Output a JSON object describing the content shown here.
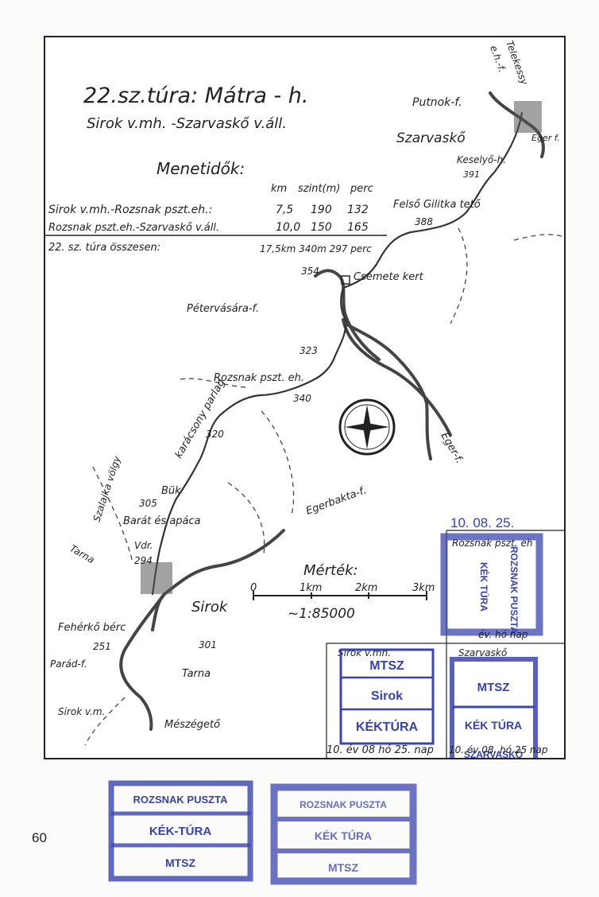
{
  "title": "22.sz.túra: Mátra - h.",
  "subtitle": "Sirok v.mh. -Szarvaskő v.áll.",
  "times": {
    "heading": "Menetidők:",
    "col_km": "km",
    "col_szint": "szint(m)",
    "col_perc": "perc",
    "rows": [
      {
        "label": "Sirok v.mh.-Rozsnak pszt.eh.:",
        "km": "7,5",
        "szint": "190",
        "perc": "132"
      },
      {
        "label": "Rozsnak pszt.eh.-Szarvaskő v.áll.",
        "km": "10,0",
        "szint": "150",
        "perc": "165"
      }
    ],
    "total_label": "22. sz. túra összesen:",
    "total_value": "17,5km 340m 297 perc"
  },
  "places": {
    "telekessy": "Telekessy",
    "eh_f": "e.h.-f.",
    "putnok": "Putnok-f.",
    "szarvasko": "Szarvaskő",
    "eger_f_small": "Eger f.",
    "keselyo": "Keselyő-h.",
    "keselyo_alt": "391",
    "felso_gilitka": "Felső Gilitka tető",
    "alt_388": "388",
    "alt_354": "354",
    "csemete": "Csemete kert",
    "petervasara": "Pétervására-f.",
    "alt_323": "323",
    "rozsnak": "Rozsnak pszt. eh.",
    "alt_340": "340",
    "karacsony": "karácsony parlag",
    "alt_320": "320",
    "eger_f": "Eger-f.",
    "szalajka": "Szalajka völgy",
    "buk": "Bük",
    "buk_alt": "305",
    "barat": "Barát és apáca",
    "egerbakta": "Egerbakta-f.",
    "vdr": "Vdr.",
    "vdr_alt": "294",
    "tarna_top": "Tarna",
    "sirok": "Sirok",
    "feherko": "Fehérkő bérc",
    "feherko_alt": "251",
    "alt_301": "301",
    "parad": "Parád-f.",
    "tarna_bottom": "Tarna",
    "sirok_vmh": "Sirok v.m.",
    "meszegeto": "Mészégető"
  },
  "scale": {
    "heading": "Mérték:",
    "ticks": [
      "0",
      "1km",
      "2km",
      "3km"
    ],
    "ratio": "~1:85000"
  },
  "stamps": {
    "top_date": "10. 08. 25.",
    "rozsnak_header": "Rozsnak pszt. eh",
    "rozsnak_vertical": "ROZSNAK PUSZTA",
    "rozsnak_kektura": "KÉK TÚRA",
    "rozsnak_day": "év. hó nap",
    "sirok_header": "Sirok v.mh.",
    "sirok_mtsz": "MTSZ",
    "sirok_name": "Sirok",
    "sirok_kektura": "KÉKTÚRA",
    "sirok_date": "10. év 08 hó 25. nap",
    "szarvasko_header": "Szarvaskő",
    "szarvasko_mtsz": "MTSZ",
    "szarvasko_kektura": "KÉK TÚRA",
    "szarvasko_name": "SZARVASKŐ",
    "szarvasko_date": "10. év 08. hó 25 nap",
    "bottom1_line1": "ROZSNAK PUSZTA",
    "bottom1_line2": "KÉK-TÚRA",
    "bottom1_line3": "MTSZ",
    "bottom2_line1": "ROZSNAK PUSZTA",
    "bottom2_line2": "KÉK TÚRA",
    "bottom2_line3": "MTSZ"
  },
  "page_number": "60",
  "colors": {
    "ink": "#222222",
    "stamp_blue": "#3542b0"
  }
}
